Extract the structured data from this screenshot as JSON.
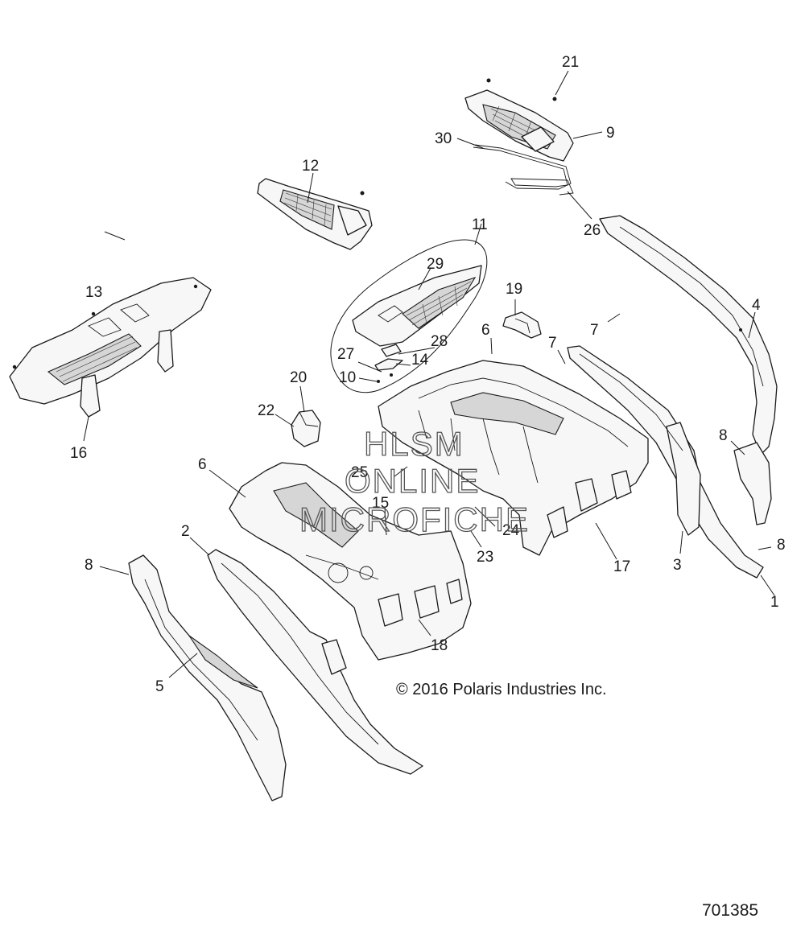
{
  "callouts": [
    {
      "id": "c1",
      "label": "1"
    },
    {
      "id": "c2",
      "label": "2"
    },
    {
      "id": "c3",
      "label": "3"
    },
    {
      "id": "c4",
      "label": "4"
    },
    {
      "id": "c5",
      "label": "5"
    },
    {
      "id": "c6a",
      "label": "6"
    },
    {
      "id": "c6b",
      "label": "6"
    },
    {
      "id": "c7a",
      "label": "7"
    },
    {
      "id": "c7b",
      "label": "7"
    },
    {
      "id": "c8a",
      "label": "8"
    },
    {
      "id": "c8b",
      "label": "8"
    },
    {
      "id": "c8c",
      "label": "8"
    },
    {
      "id": "c9",
      "label": "9"
    },
    {
      "id": "c10",
      "label": "10"
    },
    {
      "id": "c11",
      "label": "11"
    },
    {
      "id": "c12",
      "label": "12"
    },
    {
      "id": "c13",
      "label": "13"
    },
    {
      "id": "c14",
      "label": "14"
    },
    {
      "id": "c15",
      "label": "15"
    },
    {
      "id": "c16",
      "label": "16"
    },
    {
      "id": "c17",
      "label": "17"
    },
    {
      "id": "c18",
      "label": "18"
    },
    {
      "id": "c19",
      "label": "19"
    },
    {
      "id": "c20",
      "label": "20"
    },
    {
      "id": "c21",
      "label": "21"
    },
    {
      "id": "c22",
      "label": "22"
    },
    {
      "id": "c23",
      "label": "23"
    },
    {
      "id": "c24",
      "label": "24"
    },
    {
      "id": "c25",
      "label": "25"
    },
    {
      "id": "c26",
      "label": "26"
    },
    {
      "id": "c27",
      "label": "27"
    },
    {
      "id": "c28",
      "label": "28"
    },
    {
      "id": "c29",
      "label": "29"
    },
    {
      "id": "c30",
      "label": "30"
    }
  ],
  "watermark": {
    "line1": "HLSM",
    "line2": "ONLINE",
    "line3": "MICROFICHE"
  },
  "copyright": "© 2016 Polaris Industries Inc.",
  "diagram_number": "701385"
}
